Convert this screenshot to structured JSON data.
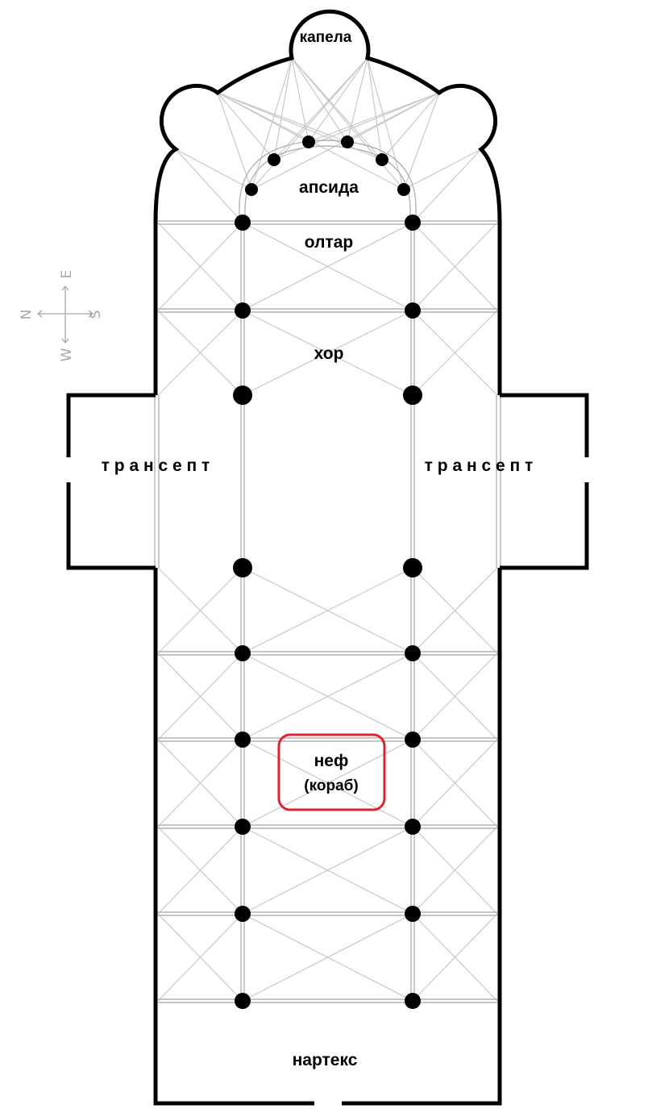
{
  "diagram": {
    "labels": {
      "chapel": "капела",
      "apse": "апсида",
      "altar": "олтар",
      "choir": "хор",
      "transept_north": "т р а н с е п т",
      "transept_south": "т р а н с е п т",
      "nave_line1": "неф",
      "nave_line2": "(кораб)",
      "narthex": "нартекс"
    },
    "compass": {
      "north": "N",
      "east": "E",
      "south": "S",
      "west": "W"
    },
    "colors": {
      "wall": "#000000",
      "vault_lines": "#c8c8c8",
      "compass": "#a8a8a8",
      "highlight": "#d9262e"
    },
    "highlighted": "nave_line1"
  }
}
